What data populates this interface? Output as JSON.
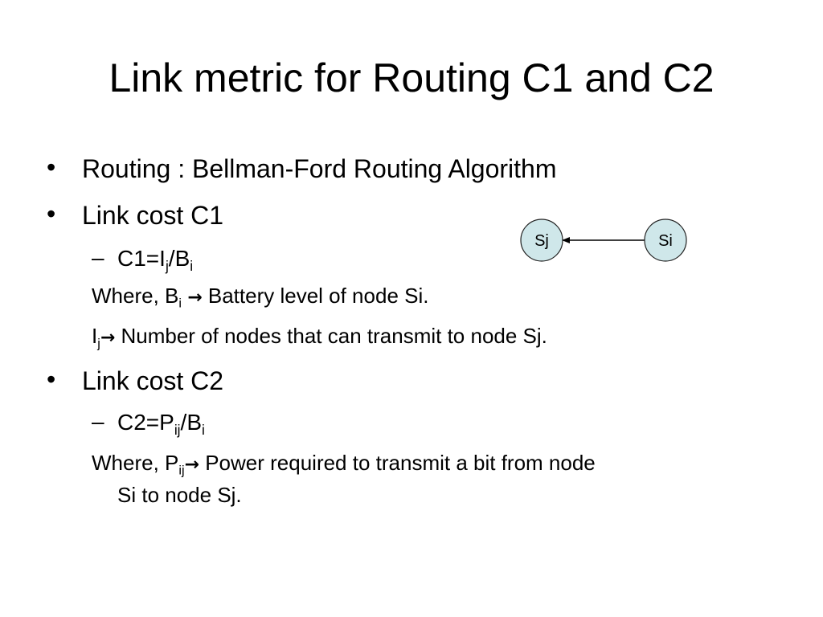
{
  "title": "Link metric for Routing C1 and C2",
  "bullets": {
    "b1": {
      "marker": "•",
      "text": "Routing : Bellman-Ford Routing Algorithm"
    },
    "b2": {
      "marker": "•",
      "text": "Link cost C1"
    },
    "b3": {
      "marker": "•",
      "text": "Link cost C2"
    }
  },
  "c1": {
    "dash": "–",
    "formula_lhs": "C1=I",
    "formula_sub1": "j",
    "formula_mid": "/B",
    "formula_sub2": "i",
    "where_prefix": "Where, B",
    "where_sub": "i",
    "where_arrow": "→",
    "where_text": " Battery level of node Si.",
    "ij_base": "I",
    "ij_sub": "j",
    "ij_arrow": "→",
    "ij_text": " Number of nodes that can transmit to node Sj."
  },
  "c2": {
    "dash": "–",
    "formula_lhs": "C2=P",
    "formula_sub1": "ij",
    "formula_mid": "/B",
    "formula_sub2": "i",
    "where_prefix": "Where, P",
    "where_sub": "ij",
    "where_arrow": "→",
    "where_text": " Power required to transmit a bit from node",
    "where_text_line2": "Si to node Sj."
  },
  "diagram": {
    "node_left": "Sj",
    "node_right": "Si",
    "node_fill": "#cfe7ea",
    "node_stroke": "#222222"
  }
}
